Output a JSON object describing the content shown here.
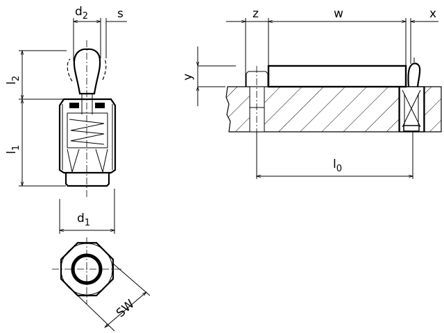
{
  "drawing": {
    "side_view": {
      "d2": {
        "main": "d",
        "sub": "2"
      },
      "s": {
        "main": "s"
      },
      "l2": {
        "main": "l",
        "sub": "2"
      },
      "l1": {
        "main": "l",
        "sub": "1"
      },
      "d1": {
        "main": "d",
        "sub": "1"
      }
    },
    "top_view": {
      "sw": {
        "main": "SW"
      }
    },
    "installation_view": {
      "z": {
        "main": "z"
      },
      "w": {
        "main": "w"
      },
      "x": {
        "main": "x"
      },
      "y": {
        "main": "y"
      },
      "l0": {
        "main": "l",
        "sub": "0"
      }
    }
  }
}
